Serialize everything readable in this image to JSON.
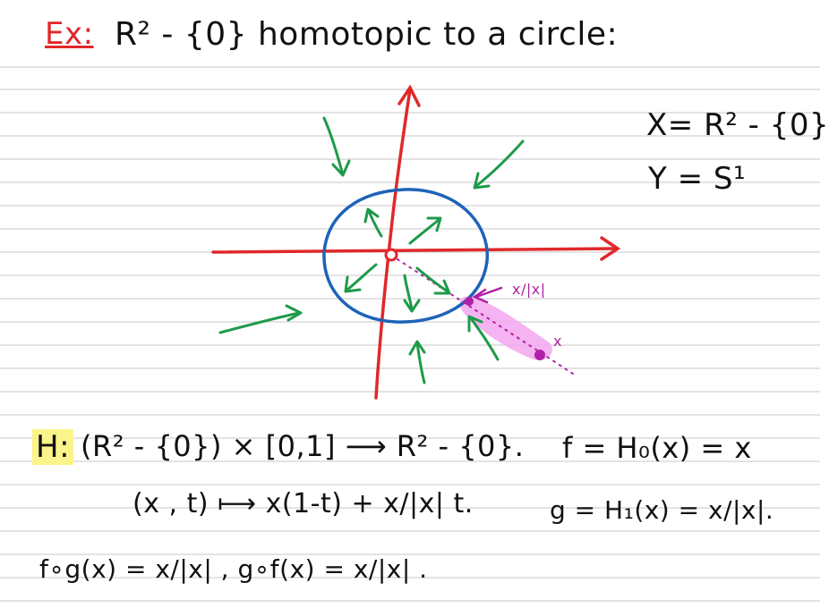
{
  "title": {
    "ex_label": "Ex:",
    "text": "R² - {0}   homotopic to a circle:"
  },
  "definitions": {
    "x_def": "X= R² - {0}",
    "y_def": "Y = S¹"
  },
  "diagram": {
    "norm_label": "x/|x|",
    "point_label": "x"
  },
  "homotopy": {
    "H_label": "H:",
    "H_definition": "(R² - {0}) × [0,1] ⟶ R² - {0}.",
    "f_definition": "f = H₀(x) = x",
    "row2": "(x , t)   ⟼  x(1-t) + x/|x| t.",
    "g_definition": "g = H₁(x) = x/|x|.",
    "compositions": "f∘g(x) = x/|x| ,   g∘f(x) = x/|x| ."
  },
  "colors": {
    "ruled_line": "#d2d2d2",
    "axes": "#e0282a",
    "circle": "#1e63b8",
    "arrows": "#1f9a4a",
    "highlight": "#f3a6ee",
    "marker": "#b01fa6",
    "h_highlight": "#fbf48a"
  }
}
